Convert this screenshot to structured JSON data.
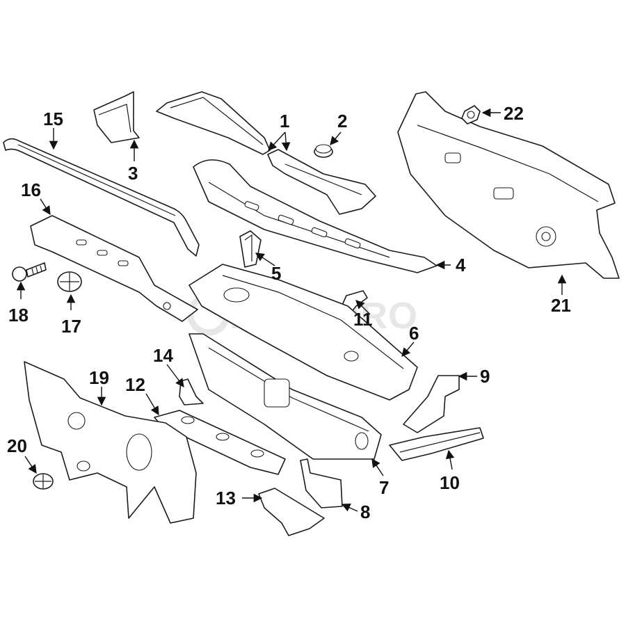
{
  "watermark": "FCPEURO",
  "callouts": [
    {
      "number": "1"
    },
    {
      "number": "2"
    },
    {
      "number": "3"
    },
    {
      "number": "4"
    },
    {
      "number": "5"
    },
    {
      "number": "6"
    },
    {
      "number": "7"
    },
    {
      "number": "8"
    },
    {
      "number": "9"
    },
    {
      "number": "10"
    },
    {
      "number": "11"
    },
    {
      "number": "12"
    },
    {
      "number": "13"
    },
    {
      "number": "14"
    },
    {
      "number": "15"
    },
    {
      "number": "16"
    },
    {
      "number": "17"
    },
    {
      "number": "18"
    },
    {
      "number": "19"
    },
    {
      "number": "20"
    },
    {
      "number": "21"
    },
    {
      "number": "22"
    }
  ]
}
